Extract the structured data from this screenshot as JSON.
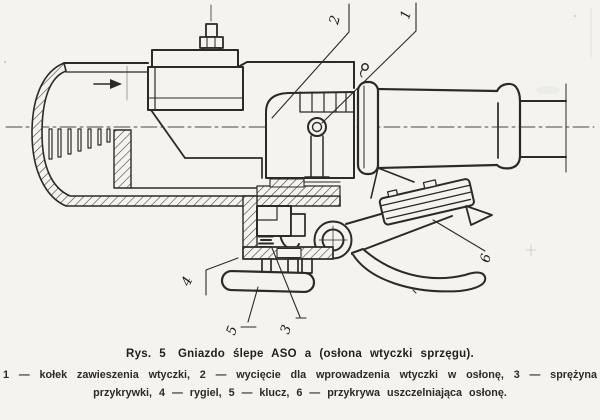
{
  "page": {
    "type": "scanned-manual-figure",
    "colors": {
      "paper": "#f4f3ef",
      "ink": "#2b2a27",
      "text": "#201f1c"
    }
  },
  "figure": {
    "description": "cross-section technical drawing of blind socket cover with coupling plug guard",
    "callouts": [
      "1",
      "2",
      "3",
      "4",
      "5",
      "6"
    ]
  },
  "caption": {
    "figure_label": "Rys. 5",
    "title": "Gniazdo ślepe ASO a (osłona wtyczki sprzęgu).",
    "legend_line1": "1 — kołek zawieszenia wtyczki, 2 — wycięcie dla wprowadzenia wtyczki w osłonę, 3 — sprężyna",
    "legend_line2": "przykrywki, 4 — rygiel, 5 — klucz, 6 — przykrywa uszczelniająca osłonę."
  },
  "parts": [
    {
      "number": "1",
      "name": "kołek zawieszenia wtyczki"
    },
    {
      "number": "2",
      "name": "wycięcie dla wprowadzenia wtyczki w osłonę"
    },
    {
      "number": "3",
      "name": "sprężyna przykrywki"
    },
    {
      "number": "4",
      "name": "rygiel"
    },
    {
      "number": "5",
      "name": "klucz"
    },
    {
      "number": "6",
      "name": "przykrywa uszczelniająca osłonę"
    }
  ]
}
